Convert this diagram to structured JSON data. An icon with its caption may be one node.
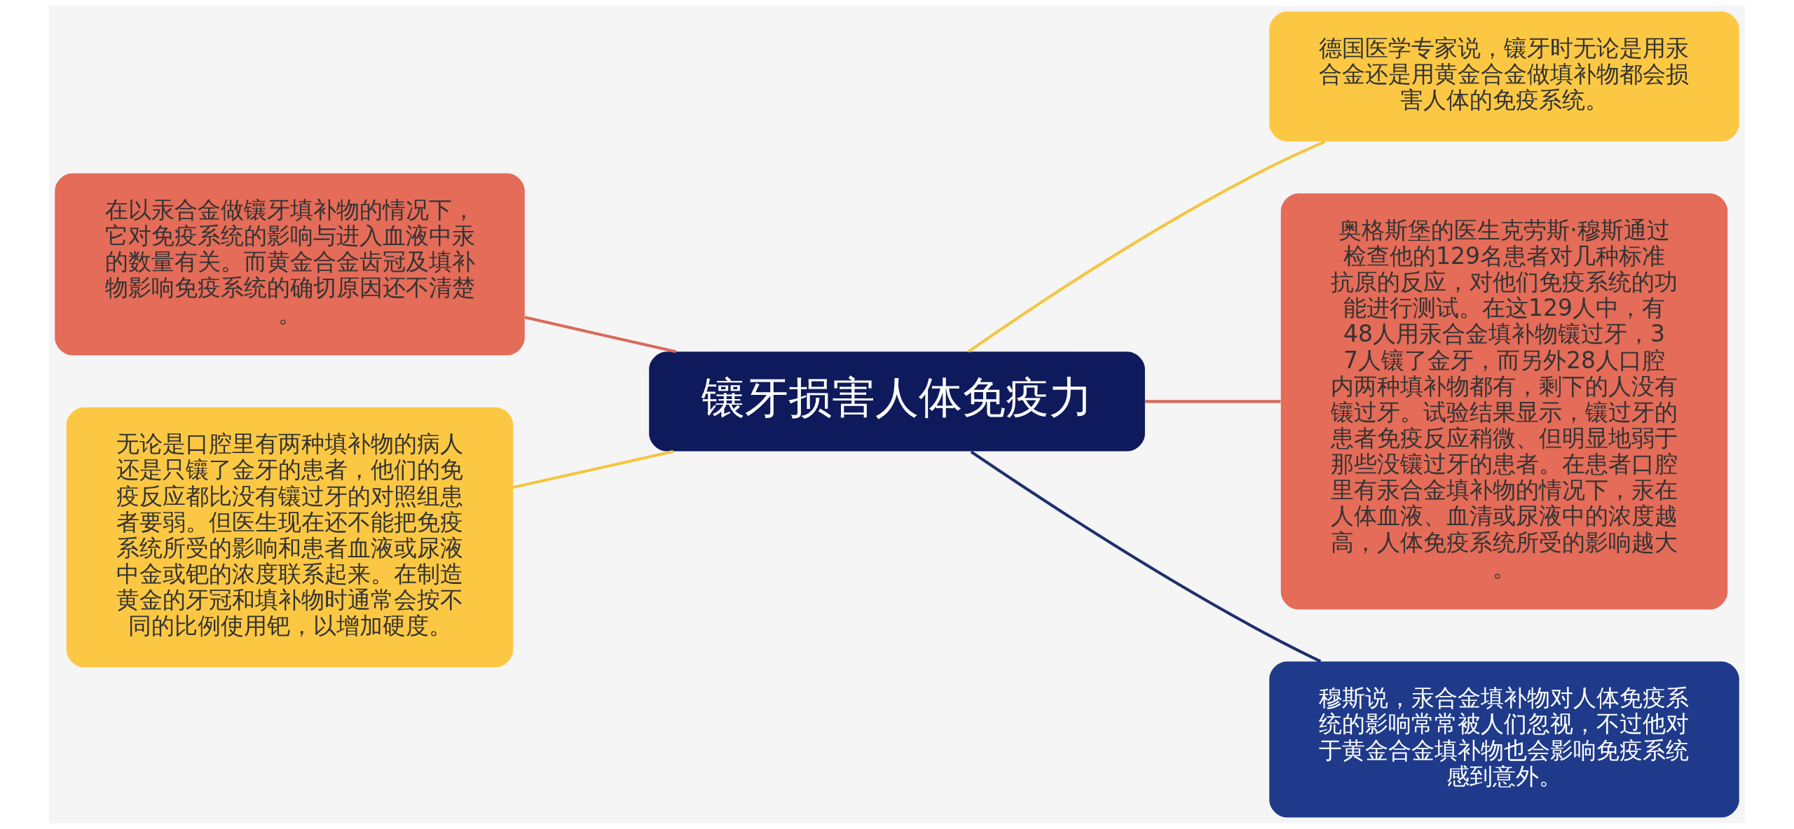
{
  "diagram": {
    "nodes": [
      {
        "text": [
          "镶牙损害人体免疫力"
        ]
      },
      {
        "text": [
          "德国医学专家说，镶牙时无论是用汞合金还是用黄金合金做填补物都会损害人体的免疫系统。"
        ]
      },
      {
        "text": [
          "在以汞合金做镶牙填补物的情况下，它对免疫系统的影响与进入血液中汞的数量有关。而黄金合金齿冠及填补物影响免疫系统的确切原因还不清楚。"
        ]
      },
      {
        "text": [
          "奥格斯堡的医生克劳斯·穆斯通过检查他的129名患者对几种标准抗原的反应，对他们免疫系统的功能进行测试。在这129人中，有48人用汞合金填补物镶过牙，37人镶了金牙，而另外28人口腔内两种填补物都有，剩下的人没有镶过牙。试验结果显示，镶过牙的患者免疫反应稍微、但明显地弱于那些没镶过牙的患者。在患者口腔里有汞合金填补物的情况下，汞在人体血液、血清或尿液中的浓度越高，人体免疫系统所受的影响越大。"
        ]
      },
      {
        "text": [
          "无论是口腔里有两种填补物的病人还是只镶了金牙的患者，他们的免疫反应都比没有镶过牙的对照组患者要弱。但医生现在还不能把免疫系统所受的影响和患者血液或尿液中金或钯的浓度联系起来。在制造黄金的牙冠和填补物时通常会按不同的比例使用钯，以增加硬度。"
        ]
      },
      {
        "text": [
          "穆斯说，汞合金填补物对人体免疫系统的影响常常被人们忽视，不过他对于黄金合金填补物也会影响免疫系统感到意外。"
        ]
      }
    ],
    "edges": [
      {
        "from": 0,
        "to": 1,
        "arrow": "none",
        "color": "#f5c542"
      },
      {
        "from": 2,
        "to": 0,
        "arrow": "none",
        "color": "#d9695a"
      },
      {
        "from": 0,
        "to": 3,
        "arrow": "none",
        "color": "#d9695a"
      },
      {
        "from": 4,
        "to": 0,
        "arrow": "none",
        "color": "#f5c542"
      },
      {
        "from": 0,
        "to": 5,
        "arrow": "none",
        "color": "#1f2f6e"
      }
    ]
  }
}
